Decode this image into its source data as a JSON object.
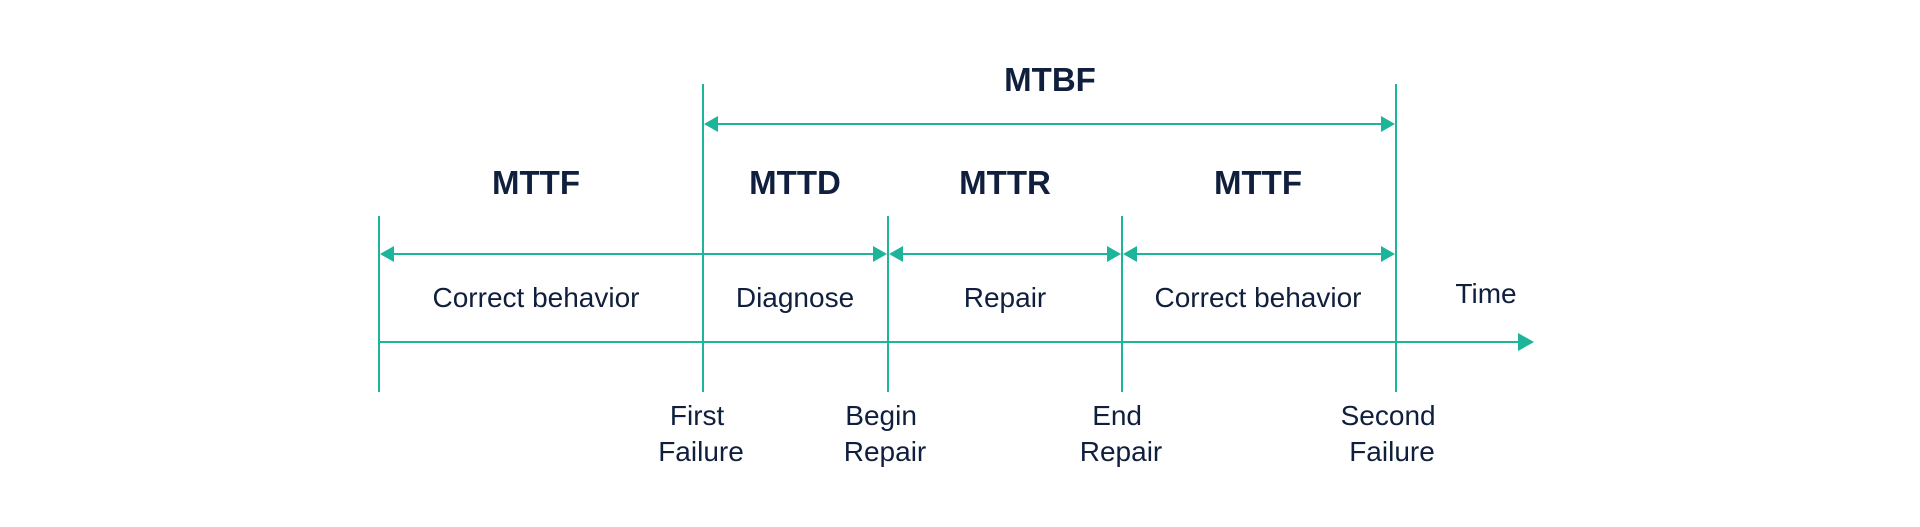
{
  "colors": {
    "line": "#1cb59a",
    "text": "#0f1f3d"
  },
  "diagram": {
    "top_span": {
      "title": "MTBF"
    },
    "intervals": [
      {
        "title": "MTTF",
        "label": "Correct behavior"
      },
      {
        "title": "MTTD",
        "label": "Diagnose"
      },
      {
        "title": "MTTR",
        "label": "Repair"
      },
      {
        "title": "MTTF",
        "label": "Correct behavior"
      }
    ],
    "axis_label": "Time",
    "events": [
      {
        "line1": "First",
        "line2": "Failure"
      },
      {
        "line1": "Begin",
        "line2": "Repair"
      },
      {
        "line1": "End",
        "line2": "Repair"
      },
      {
        "line1": "Second",
        "line2": "Failure"
      }
    ]
  }
}
